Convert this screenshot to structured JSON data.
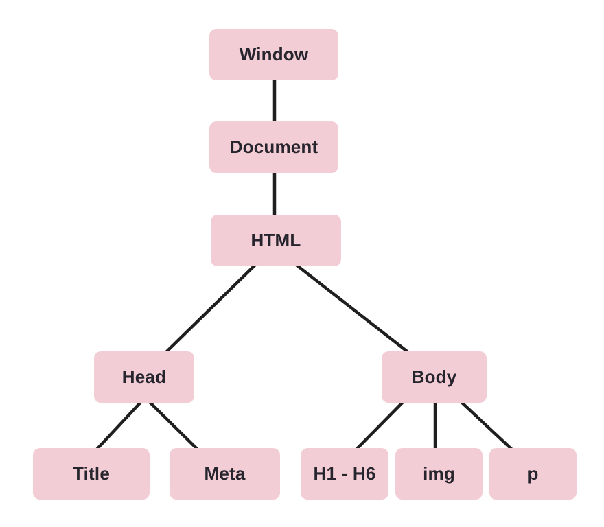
{
  "diagram": {
    "type": "tree",
    "description": "DOM hierarchy tree diagram",
    "nodes": [
      {
        "id": "window",
        "label": "Window"
      },
      {
        "id": "document",
        "label": "Document"
      },
      {
        "id": "html",
        "label": "HTML"
      },
      {
        "id": "head",
        "label": "Head"
      },
      {
        "id": "body",
        "label": "Body"
      },
      {
        "id": "title",
        "label": "Title"
      },
      {
        "id": "meta",
        "label": "Meta"
      },
      {
        "id": "h1-h6",
        "label": "H1 - H6"
      },
      {
        "id": "img",
        "label": "img"
      },
      {
        "id": "p",
        "label": "p"
      }
    ],
    "edges": [
      {
        "from": "window",
        "to": "document"
      },
      {
        "from": "document",
        "to": "html"
      },
      {
        "from": "html",
        "to": "head"
      },
      {
        "from": "html",
        "to": "body"
      },
      {
        "from": "head",
        "to": "title"
      },
      {
        "from": "head",
        "to": "meta"
      },
      {
        "from": "body",
        "to": "h1-h6"
      },
      {
        "from": "body",
        "to": "img"
      },
      {
        "from": "body",
        "to": "p"
      }
    ],
    "colors": {
      "node_fill": "#f3cdd5",
      "edge_stroke": "#1f1f1f",
      "text": "#26242c",
      "background": "#ffffff"
    }
  }
}
